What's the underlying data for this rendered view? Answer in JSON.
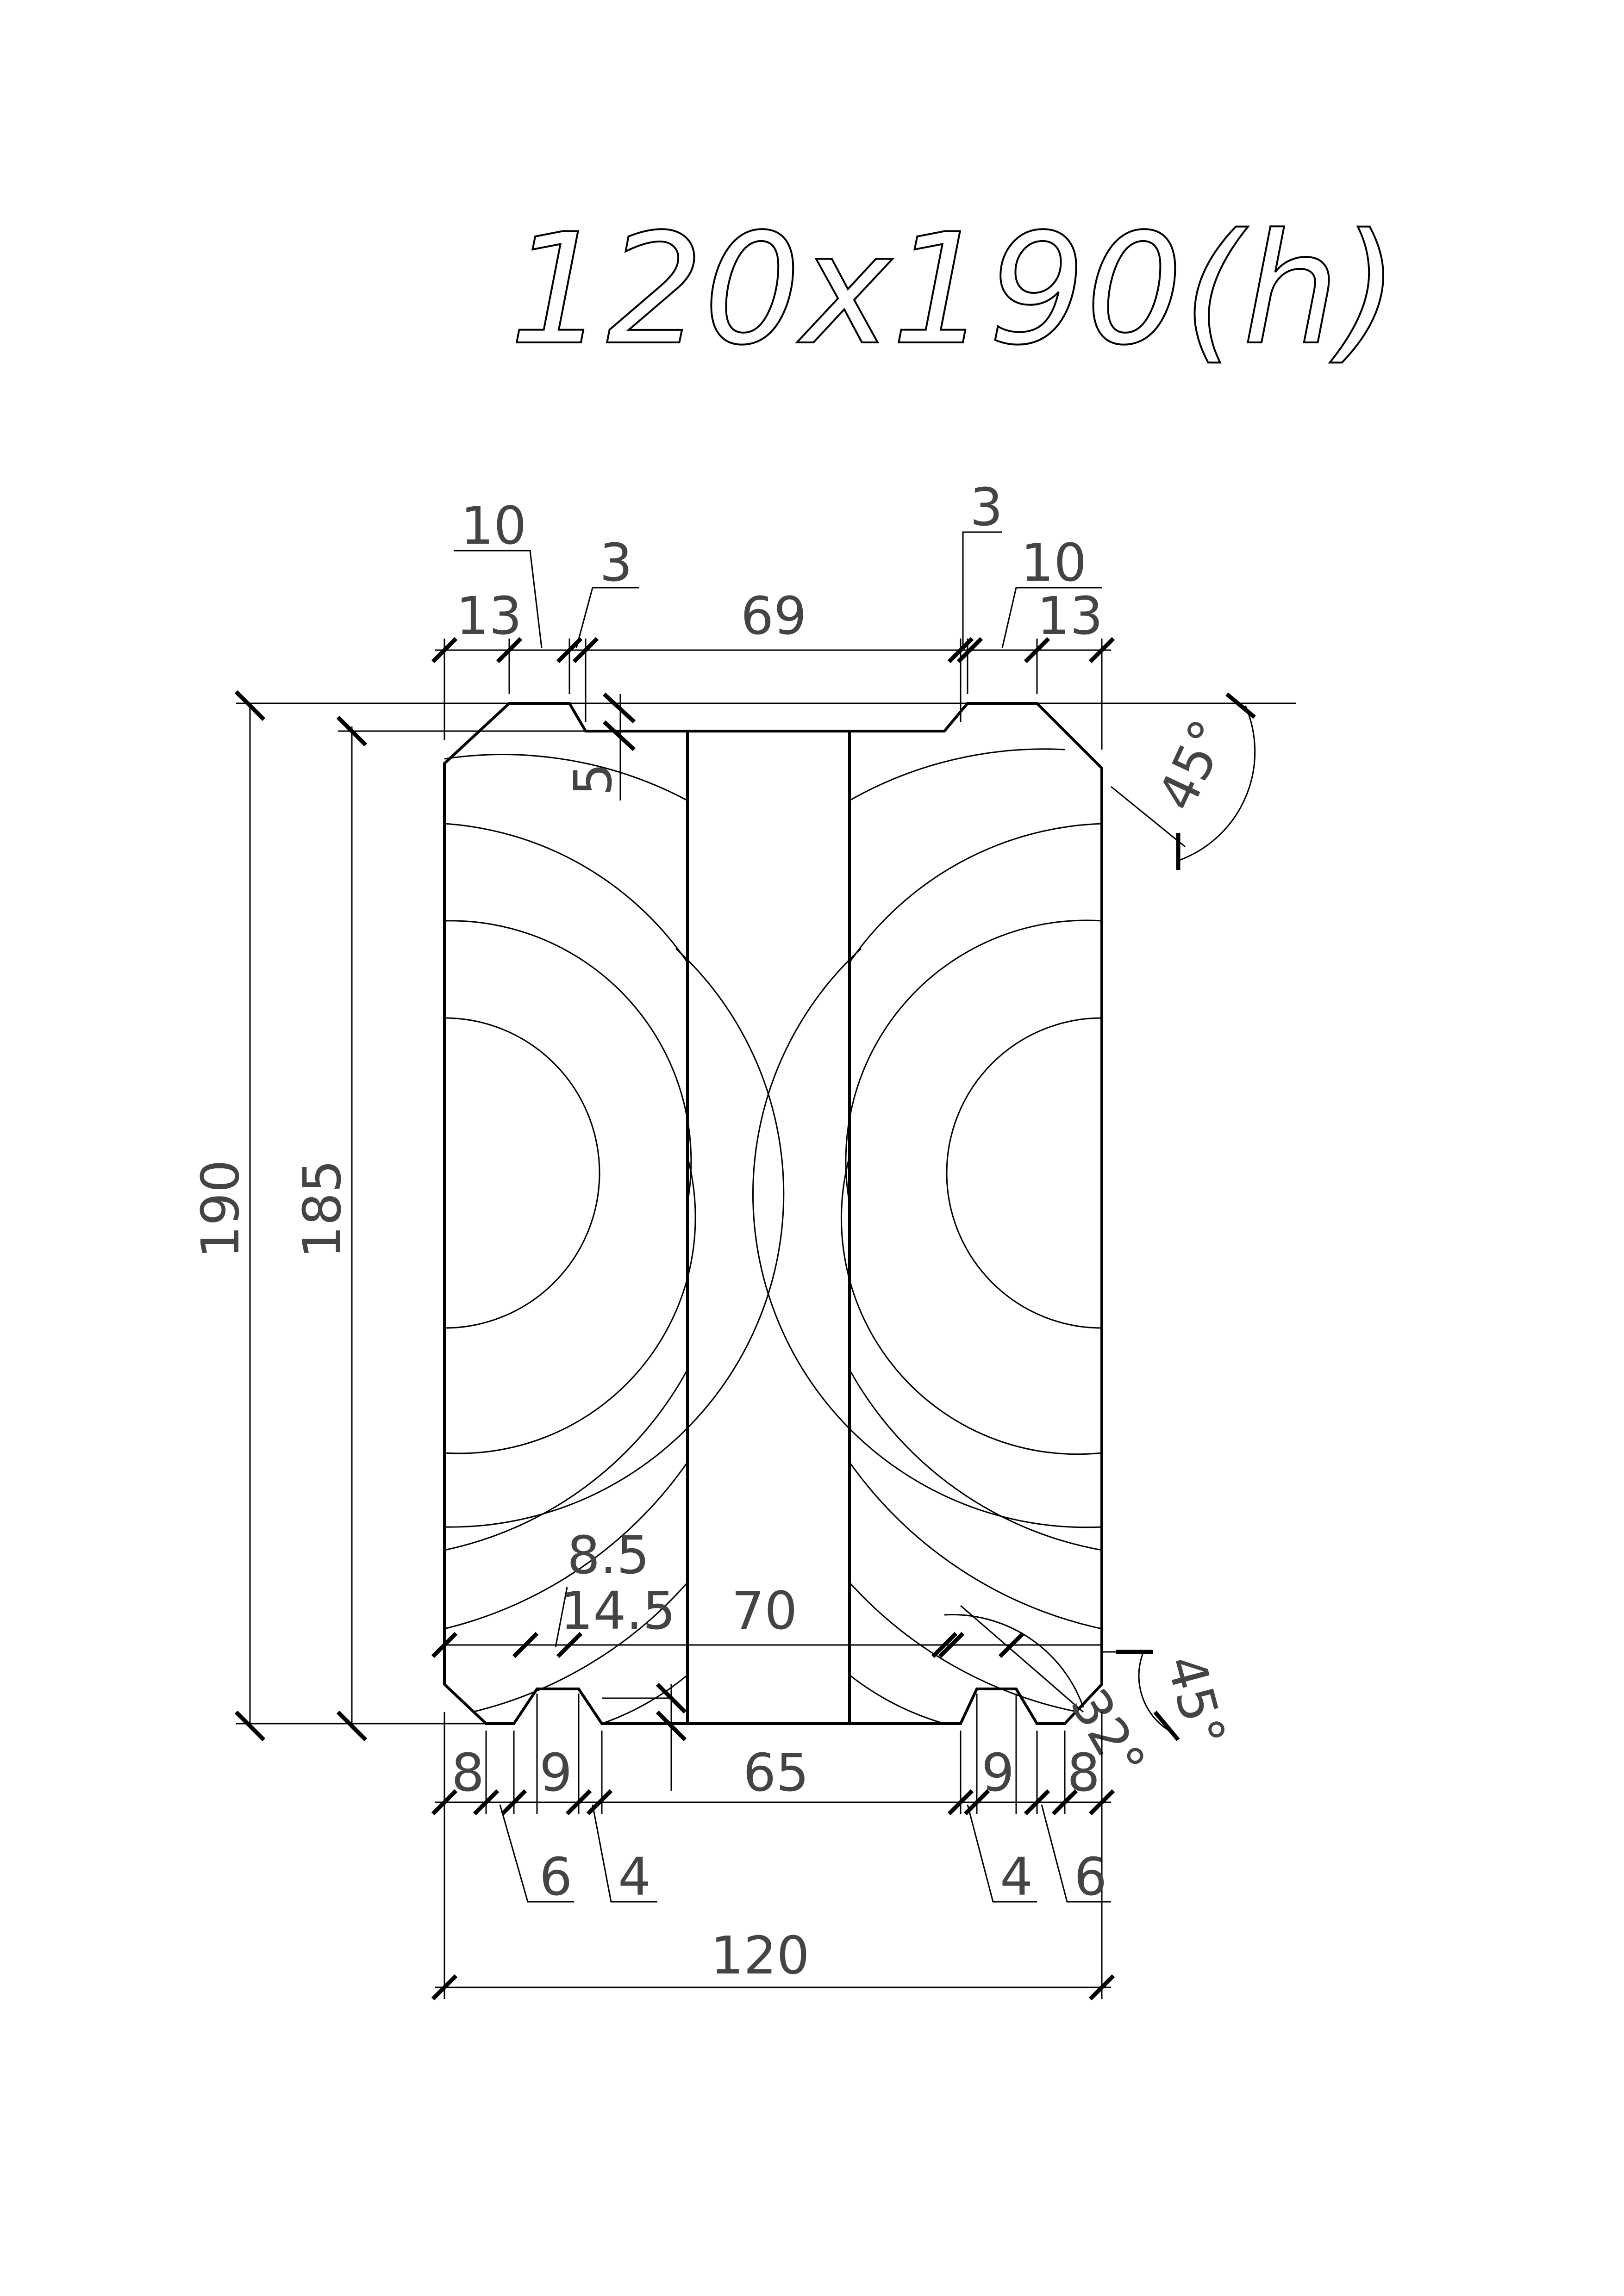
{
  "title": "120x190(h)",
  "dimensions": {
    "top": {
      "left_13": "13",
      "left_10": "10",
      "left_3": "3",
      "center_69": "69",
      "right_3": "3",
      "right_10": "10",
      "right_13": "13",
      "offset_5": "5",
      "angle": "45°"
    },
    "bottom": {
      "upper_8_5": "8.5",
      "upper_14_5": "14.5",
      "upper_70": "70",
      "angle_32": "32°",
      "angle_45": "45°",
      "left_8": "8",
      "left_9": "9",
      "center_65": "65",
      "right_9": "9",
      "right_8": "8",
      "left_6": "6",
      "left_4": "4",
      "right_4": "4",
      "right_6": "6",
      "total_width": "120"
    },
    "heights": {
      "total": "190",
      "inner": "185"
    }
  },
  "colors": {
    "line": "#000000",
    "dimension_text": "#444444"
  }
}
